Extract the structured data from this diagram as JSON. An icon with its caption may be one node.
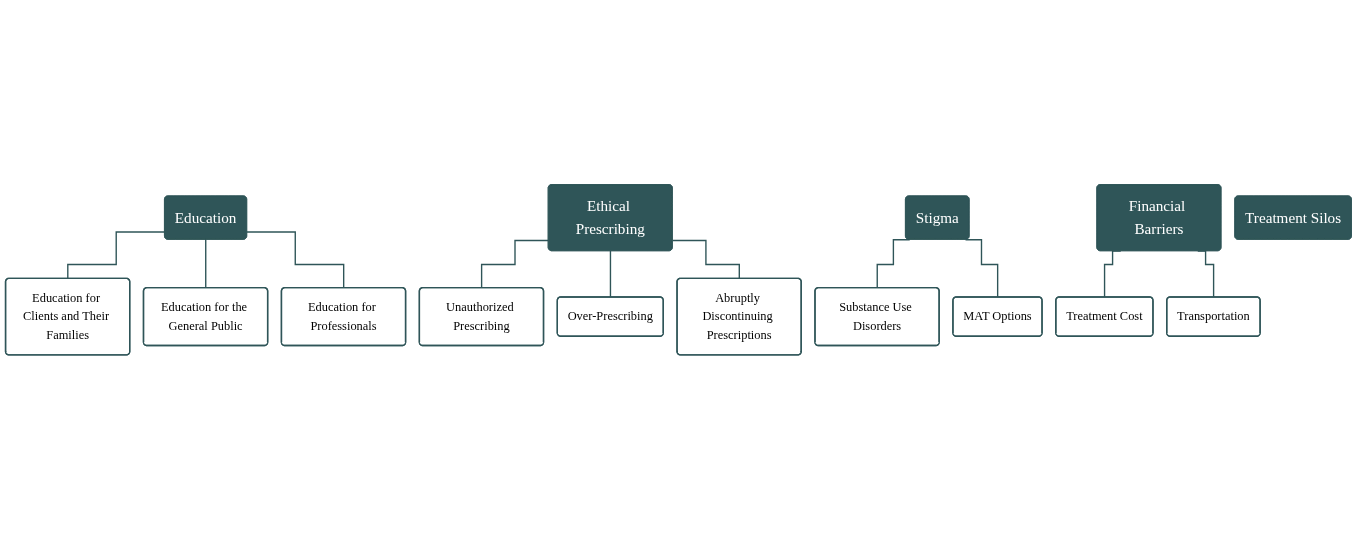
{
  "diagram": {
    "nodes": [
      {
        "text": [
          "Education"
        ]
      },
      {
        "text": [
          "Education for Clients and Their Families"
        ]
      },
      {
        "text": [
          "Education for the General Public"
        ]
      },
      {
        "text": [
          "Education for Professionals"
        ]
      },
      {
        "text": [
          "Ethical Prescribing"
        ]
      },
      {
        "text": [
          "Unauthorized Prescribing"
        ]
      },
      {
        "text": [
          "Over-Prescribing"
        ]
      },
      {
        "text": [
          "Abruptly Discontinuing Prescriptions"
        ]
      },
      {
        "text": [
          "Stigma"
        ]
      },
      {
        "text": [
          "Substance Use Disorders"
        ]
      },
      {
        "text": [
          "MAT Options"
        ]
      },
      {
        "text": [
          "Financial Barriers"
        ]
      },
      {
        "text": [
          "Treatment Cost"
        ]
      },
      {
        "text": [
          "Transportation"
        ]
      },
      {
        "text": [
          "Treatment Silos"
        ]
      }
    ],
    "edges": [
      {
        "from": 0,
        "to": 1,
        "arrow": "none"
      },
      {
        "from": 0,
        "to": 2,
        "arrow": "none"
      },
      {
        "from": 0,
        "to": 3,
        "arrow": "none"
      },
      {
        "from": 4,
        "to": 5,
        "arrow": "none"
      },
      {
        "from": 4,
        "to": 6,
        "arrow": "none"
      },
      {
        "from": 4,
        "to": 7,
        "arrow": "none"
      },
      {
        "from": 8,
        "to": 9,
        "arrow": "none"
      },
      {
        "from": 8,
        "to": 10,
        "arrow": "none"
      },
      {
        "from": 11,
        "to": 12,
        "arrow": "none"
      },
      {
        "from": 11,
        "to": 13,
        "arrow": "none"
      }
    ]
  }
}
